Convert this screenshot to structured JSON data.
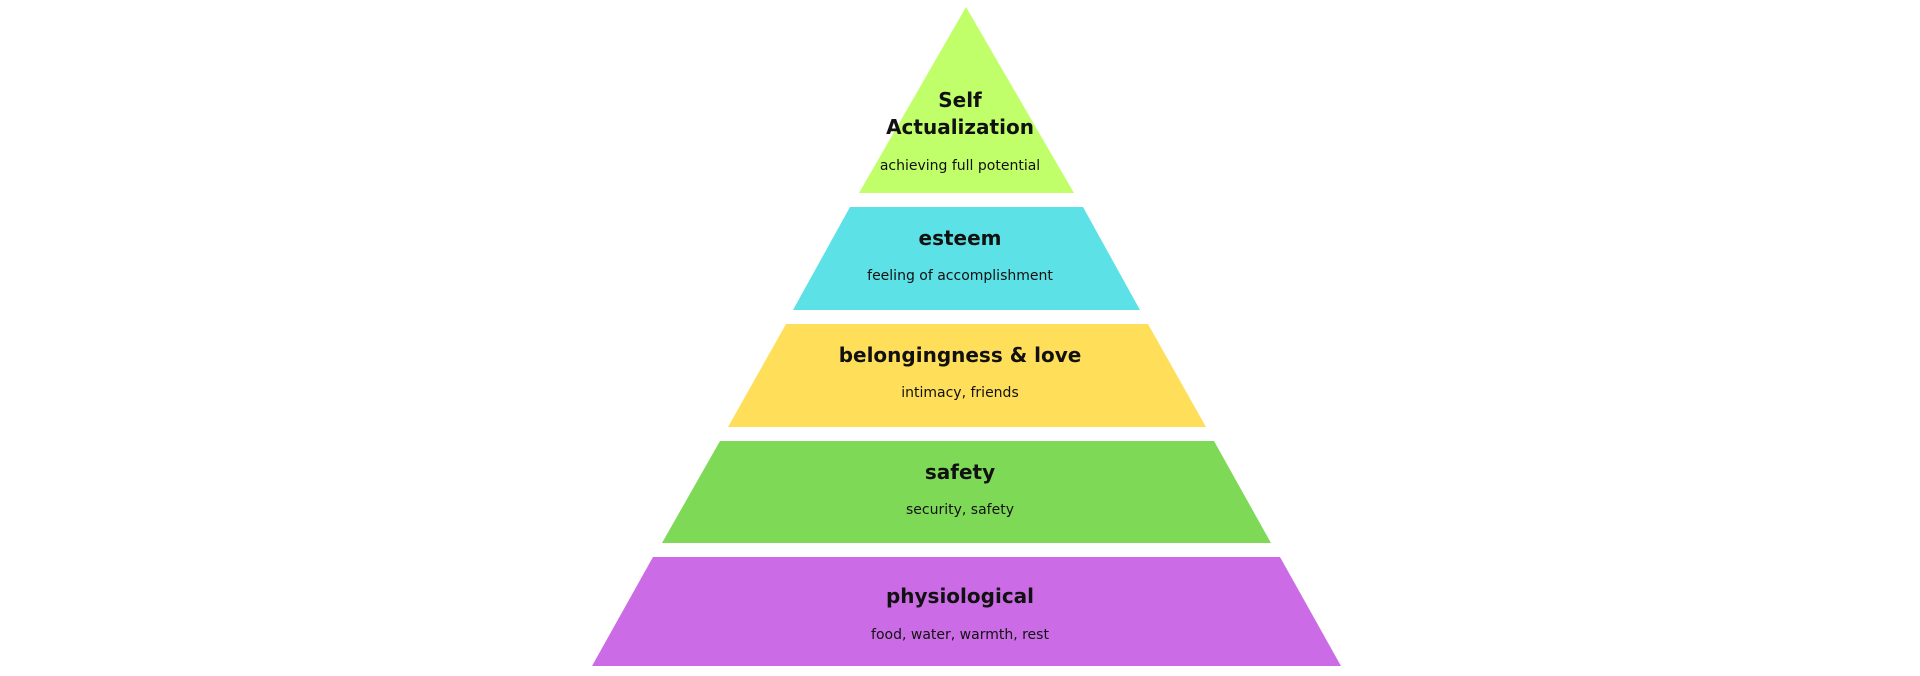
{
  "pyramid": {
    "tiers": [
      {
        "title_line1": "Self",
        "title_line2": "Actualization",
        "subtitle": "achieving full potential",
        "color": "#C1FF6A"
      },
      {
        "title": "esteem",
        "subtitle": "feeling of accomplishment",
        "color": "#5CE1E6"
      },
      {
        "title": "belongingness & love",
        "subtitle": "intimacy, friends",
        "color": "#FFDE59"
      },
      {
        "title": "safety",
        "subtitle": "security, safety",
        "color": "#7ED957"
      },
      {
        "title": "physiological",
        "subtitle": "food, water, warmth, rest",
        "color": "#CB6CE6"
      }
    ]
  }
}
